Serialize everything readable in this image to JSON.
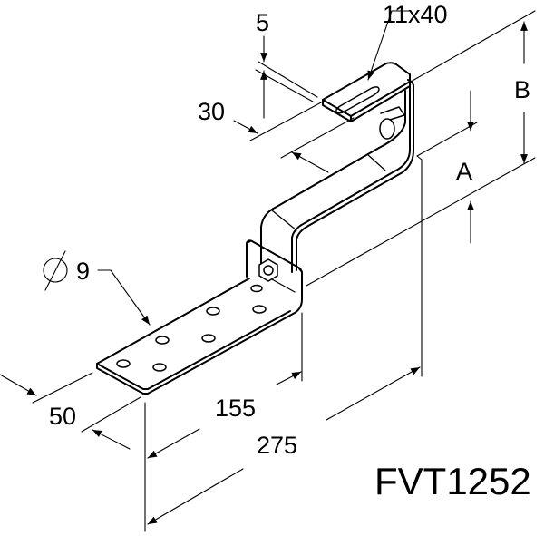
{
  "drawing": {
    "product_code": "FVT1252",
    "dimensions": {
      "thickness": "5",
      "slot": "11x40",
      "tab_width": "30",
      "height_b": "B",
      "height_a": "A",
      "hole_diameter": "9",
      "base_width": "50",
      "base_length": "155",
      "total_length": "275"
    },
    "colors": {
      "line": "#000000",
      "background": "#ffffff"
    }
  }
}
